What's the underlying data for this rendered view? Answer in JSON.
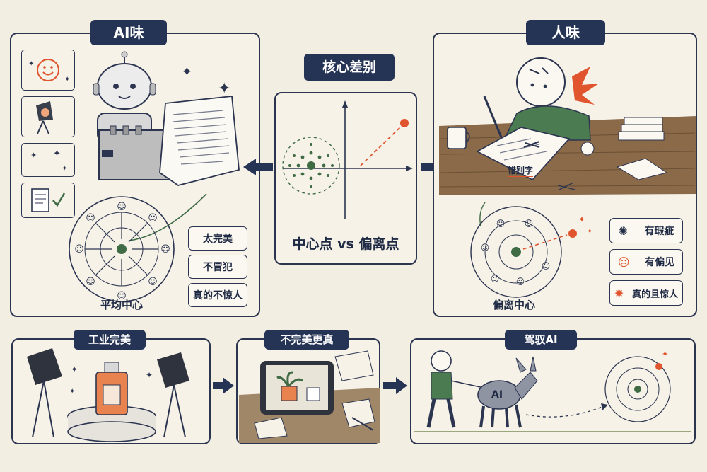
{
  "ai_panel": {
    "title": "AI味",
    "center_caption": "平均中心",
    "labels": [
      "太完美",
      "不冒犯",
      "真的不惊人"
    ]
  },
  "core_panel": {
    "title": "核心差别",
    "caption": "中心点 vs 偏离点"
  },
  "human_panel": {
    "title": "人味",
    "paper_note": "错别字",
    "center_caption": "偏离中心",
    "labels": [
      "有瑕疵",
      "有偏见",
      "真的且惊人"
    ]
  },
  "bottom": {
    "industrial": "工业完美",
    "imperfect": "不完美更真",
    "ride": "驾驭AI",
    "donkey_label": "AI"
  },
  "colors": {
    "navy": "#253355",
    "accent": "#e0552d",
    "green": "#3f6b45",
    "wood": "#8a6a48"
  }
}
